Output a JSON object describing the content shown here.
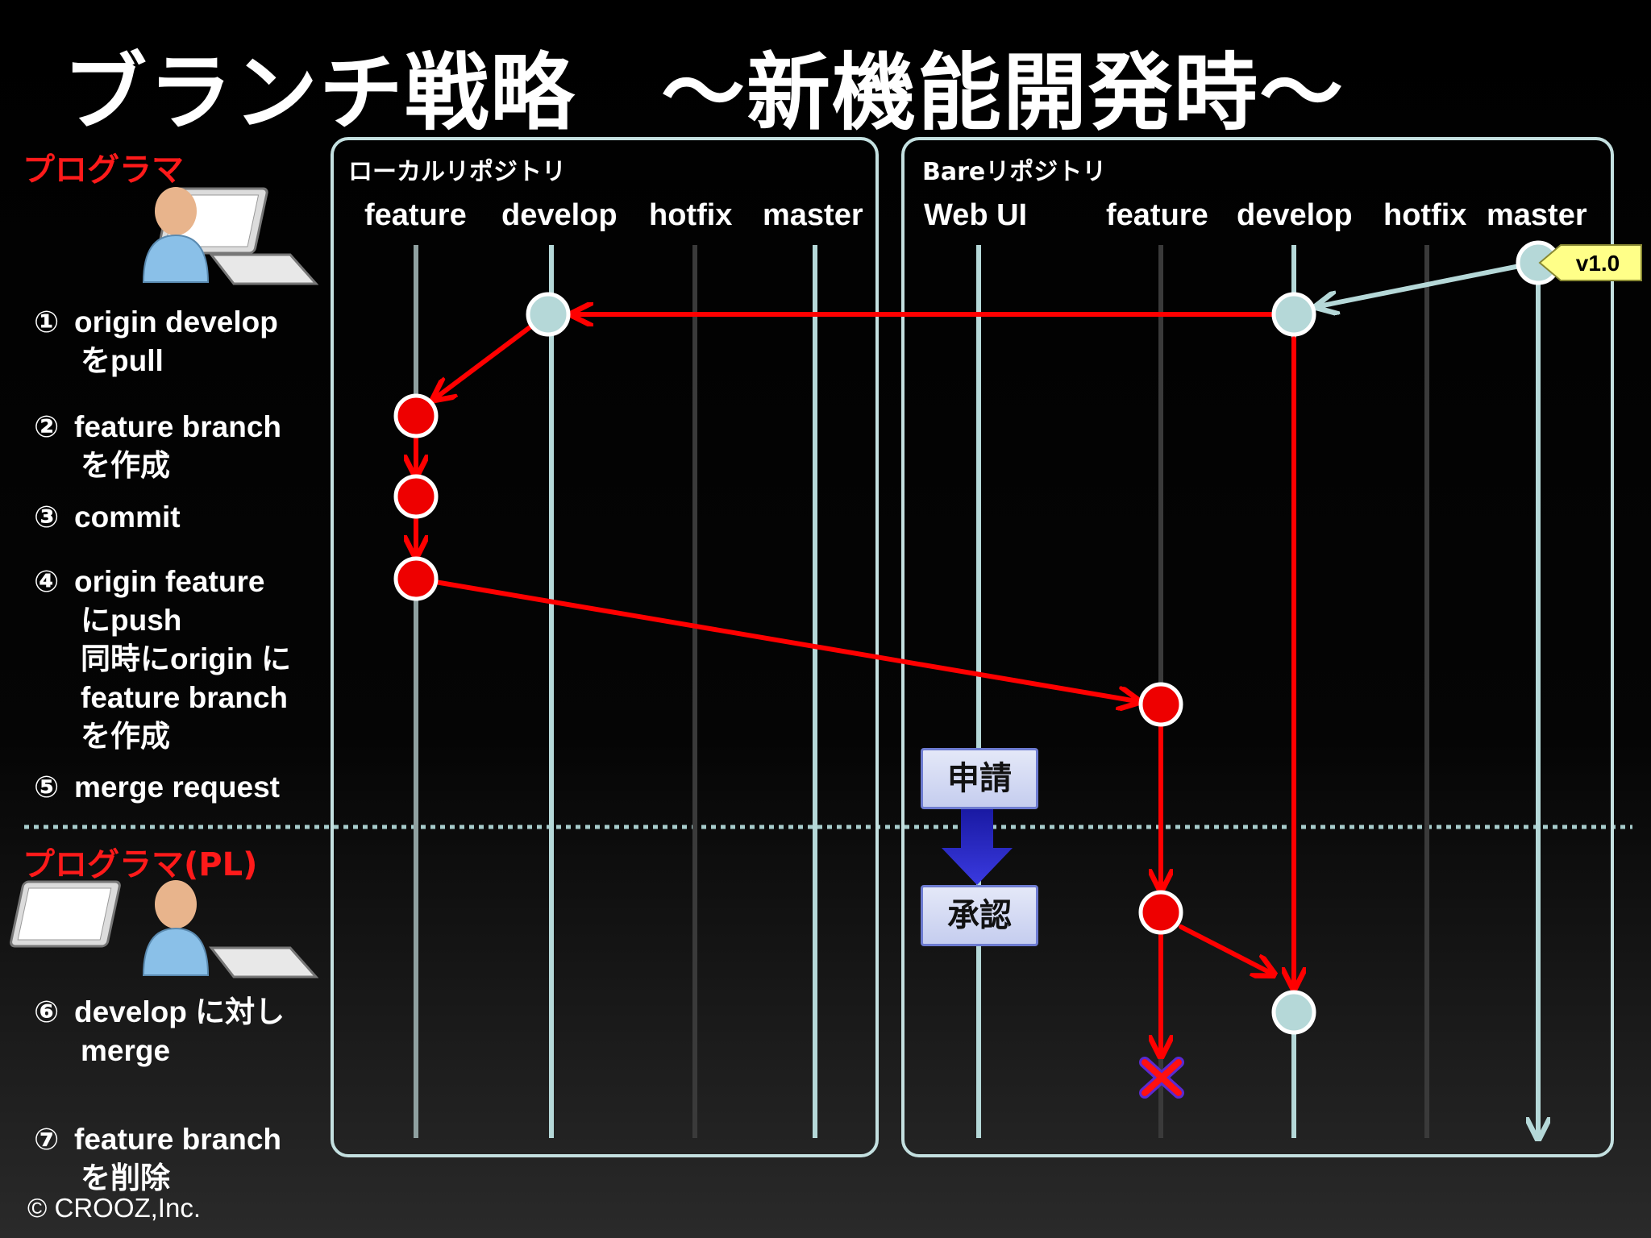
{
  "title": "ブランチ戦略　～新機能開発時～",
  "roles": {
    "programmer": "プログラマ",
    "programmer_pl": "プログラマ(PL)"
  },
  "steps": [
    {
      "num": "①",
      "line1": "origin develop",
      "line2": "をpull"
    },
    {
      "num": "②",
      "line1": "feature branch",
      "line2": "を作成"
    },
    {
      "num": "③",
      "line1": "commit"
    },
    {
      "num": "④",
      "line1": "origin feature",
      "line2": "にpush",
      "line3": "同時にorigin に",
      "line4": "feature branch",
      "line5": "を作成"
    },
    {
      "num": "⑤",
      "line1": "merge request"
    },
    {
      "num": "⑥",
      "line1": "develop に対し",
      "line2": "merge"
    },
    {
      "num": "⑦",
      "line1": "feature branch",
      "line2": "を削除"
    }
  ],
  "local_repo": {
    "label": "ローカルリポジトリ",
    "columns": [
      "feature",
      "develop",
      "hotfix",
      "master"
    ]
  },
  "bare_repo": {
    "label": "Bareリポジトリ",
    "columns": [
      "Web UI",
      "feature",
      "develop",
      "hotfix",
      "master"
    ]
  },
  "tag_label": "v1.0",
  "webui_boxes": {
    "request": "申請",
    "approve": "承認"
  },
  "copyright": "© CROOZ,Inc.",
  "colors": {
    "accent_red": "#ff0000",
    "lane_light": "#b5d8d8",
    "panel_border": "#c4e0e0",
    "box_border": "#6d7bd0",
    "approval_arrow": "#2a2ad0",
    "tag_bg": "#ffff88"
  }
}
